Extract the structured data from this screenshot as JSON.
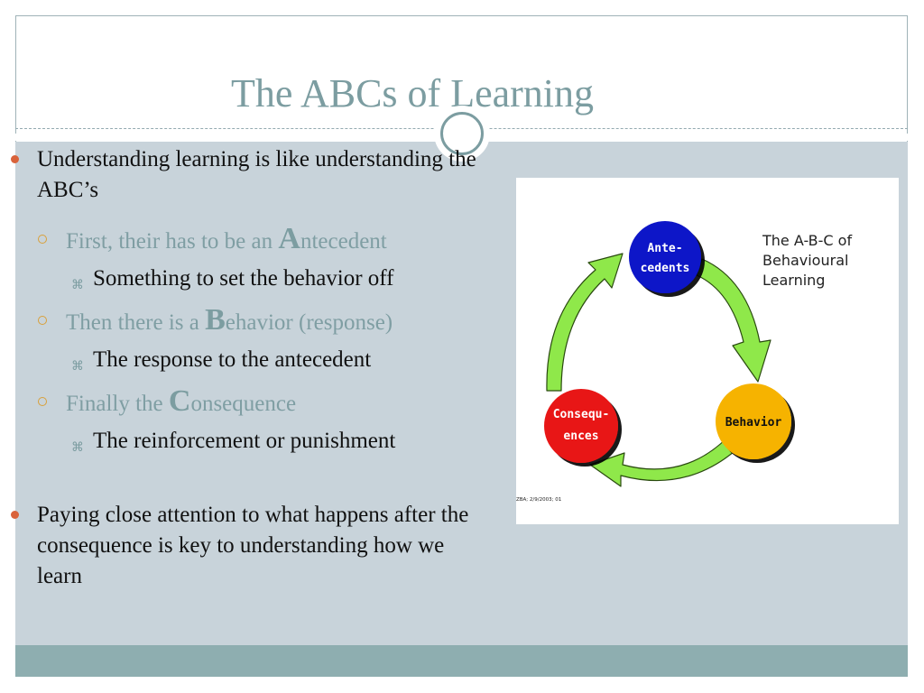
{
  "slide": {
    "title": "The ABCs of Learning",
    "bullets": [
      {
        "text": "Understanding learning is like understanding the ABC’s"
      },
      {
        "pre": "First, their has to be an ",
        "big": "A",
        "post": "ntecedent"
      },
      {
        "text": "Something to set the behavior off"
      },
      {
        "pre": "Then there is a ",
        "big": "B",
        "post": "ehavior (response)"
      },
      {
        "text": "The response to the antecedent"
      },
      {
        "pre": "Finally the ",
        "big": "C",
        "post": "onsequence"
      },
      {
        "text": "The reinforcement or punishment"
      },
      {
        "text": "Paying close attention to what happens after the consequence is key to understanding how we learn"
      }
    ]
  },
  "diagram": {
    "caption_lines": [
      "The A-B-C of",
      "Behavioural",
      "Learning"
    ],
    "nodes": [
      {
        "lines": [
          "Ante-",
          "cedents"
        ],
        "color": "#0a12c8"
      },
      {
        "lines": [
          "Behavior"
        ],
        "color": "#f6b300"
      },
      {
        "lines": [
          "Consequ-",
          "ences"
        ],
        "color": "#e81818"
      }
    ],
    "credit": "ZBA; 2/9/2003; 01",
    "arrow_color": "#8fe84a"
  },
  "colors": {
    "title": "#7c9da1",
    "panel": "#c8d3da",
    "footer": "#8eaeb0",
    "bullet_l1": "#d9623a",
    "bullet_l2": "#d9a03a"
  }
}
